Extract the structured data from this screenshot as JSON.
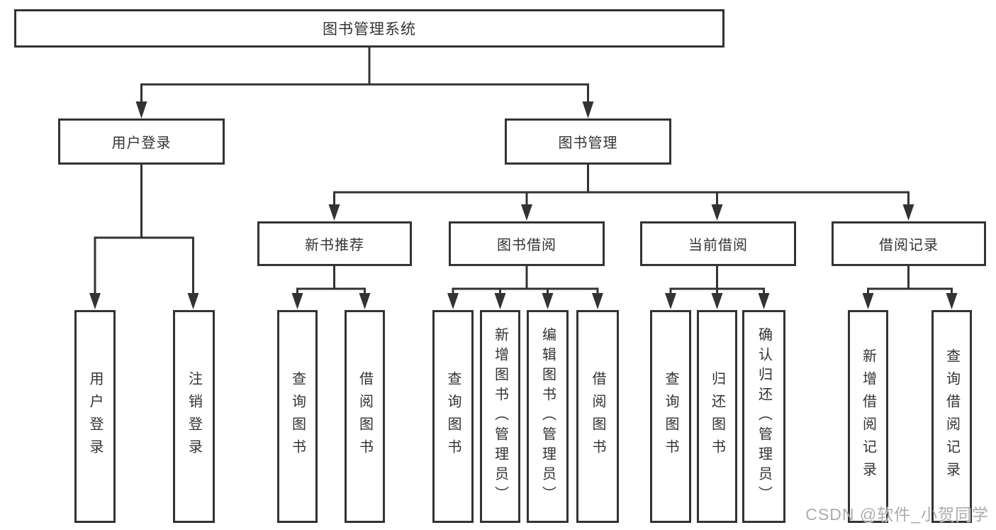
{
  "diagram": {
    "title": "图书管理系统",
    "root": {
      "label": "图书管理系统"
    },
    "level2": [
      {
        "label": "用户登录"
      },
      {
        "label": "图书管理"
      }
    ],
    "level3": [
      {
        "label": "新书推荐"
      },
      {
        "label": "图书借阅"
      },
      {
        "label": "当前借阅"
      },
      {
        "label": "借阅记录"
      }
    ],
    "leaves": [
      {
        "group": "用户登录",
        "label": "用户登录"
      },
      {
        "group": "用户登录",
        "label": "注销登录"
      },
      {
        "group": "新书推荐",
        "label": "查询图书"
      },
      {
        "group": "新书推荐",
        "label": "借阅图书"
      },
      {
        "group": "图书借阅",
        "label": "查询图书"
      },
      {
        "group": "图书借阅",
        "label": "新增图书（管理员）"
      },
      {
        "group": "图书借阅",
        "label": "编辑图书（管理员）"
      },
      {
        "group": "图书借阅",
        "label": "借阅图书"
      },
      {
        "group": "当前借阅",
        "label": "查询图书"
      },
      {
        "group": "当前借阅",
        "label": "归还图书"
      },
      {
        "group": "当前借阅",
        "label": "确认归还（管理员）"
      },
      {
        "group": "借阅记录",
        "label": "新增借阅记录"
      },
      {
        "group": "借阅记录",
        "label": "查询借阅记录"
      }
    ],
    "colors": {
      "line": "#333333",
      "box_border": "#333333",
      "text": "#333333",
      "watermark": "#9e9e9e",
      "background": "#ffffff"
    }
  },
  "watermark": {
    "text": "CSDN @软件_小贺同学"
  }
}
